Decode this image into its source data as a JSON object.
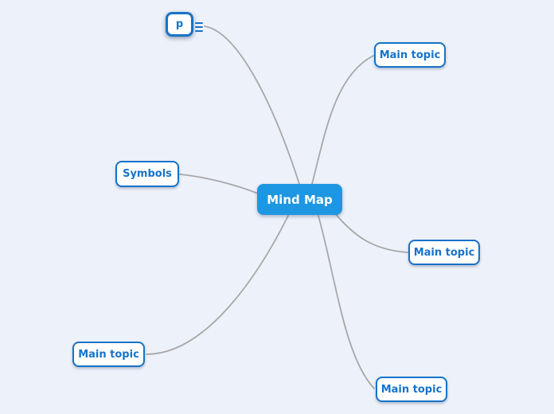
{
  "palette": {
    "background": "#edf1f9",
    "root_fill": "#1e97e2",
    "root_text": "#ffffff",
    "topic_border": "#1673c8",
    "topic_text": "#1673c8",
    "topic_fill": "#ffffff",
    "connector": "#a8a8a8"
  },
  "nodes": {
    "root": {
      "label": "Mind Map"
    },
    "p": {
      "label": "p",
      "selected": true,
      "has_notes_icon": true
    },
    "symbols": {
      "label": "Symbols"
    },
    "top_right": {
      "label": "Main topic"
    },
    "right": {
      "label": "Main topic"
    },
    "bottom_left": {
      "label": "Main topic"
    },
    "bottom_right": {
      "label": "Main topic"
    }
  },
  "icons": {
    "notes": "menu-icon"
  }
}
